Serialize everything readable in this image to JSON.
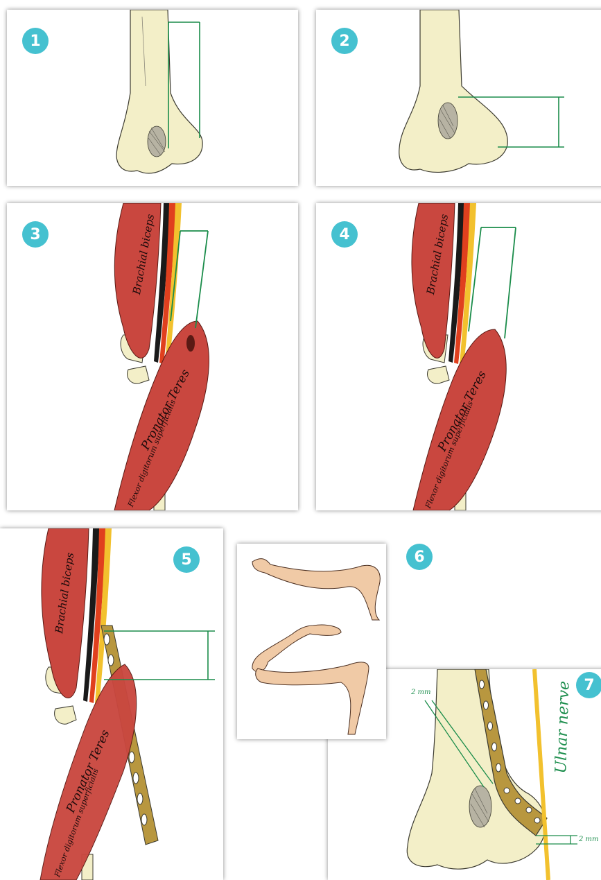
{
  "steps": [
    {
      "number": "1"
    },
    {
      "number": "2"
    },
    {
      "number": "3"
    },
    {
      "number": "4"
    },
    {
      "number": "5"
    },
    {
      "number": "6"
    },
    {
      "number": "7"
    }
  ],
  "labels": {
    "brachial_biceps": "Brachial biceps",
    "pronator_teres": "Pronator Teres",
    "flexor_digitorum": "Flexor digitorum superficialis",
    "ulnar_nerve": "Ulnar nerve",
    "gap_top": "2 mm",
    "gap_bottom": "2 mm"
  },
  "colors": {
    "badge": "#45c1d0",
    "bone": "#f3efc8",
    "muscle": "#c9473f",
    "measure_line": "#1a8c4a",
    "nerve": "#f2c12e",
    "artery": "#e0401e",
    "plate": "#b8973f"
  }
}
